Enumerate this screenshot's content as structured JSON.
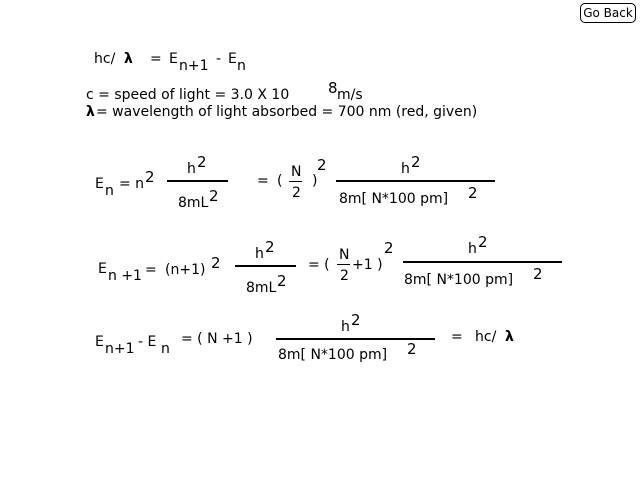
{
  "nav": {
    "go_back_label": "Go Back"
  },
  "colors": {
    "background": "#ffffff",
    "text": "#000000"
  },
  "lambda": "λ",
  "line1": {
    "hc": "hc/",
    "eq": "=",
    "E": "E",
    "sub_n1": "n+1",
    "minus": "-",
    "sub_n": "n"
  },
  "line2": {
    "text": "c = speed of light = 3.0 X 10",
    "exp": "8",
    "unit": " m/s"
  },
  "line3": {
    "text": " = wavelength of light absorbed = 700 nm (red, given)"
  },
  "eq1": {
    "lhs_E": "E",
    "lhs_sub": "n",
    "lhs_eq_n": "= n",
    "lhs_sup": "2",
    "frac_num": "h",
    "frac_num_sup": "2",
    "frac_den": "8mL",
    "frac_den_sup": "2",
    "eq": "=",
    "paren_open": "(",
    "N": "N",
    "two": "2",
    "paren_close": ")",
    "paren_sup": "2",
    "frac2_num": "h",
    "frac2_num_sup": "2",
    "frac2_den": "8m[ N*100 pm]",
    "frac2_den_sup": "2"
  },
  "eq2": {
    "lhs_E": "E",
    "lhs_sub": "n +1",
    "lhs_eq": "=",
    "lhs_paren": "(n+1)",
    "lhs_sup": "2",
    "frac_num": "h",
    "frac_num_sup": "2",
    "frac_den": "8mL",
    "frac_den_sup": "2",
    "eq": "= (",
    "N": "N",
    "two": "2",
    "plus1": "+1 )",
    "paren_sup": "2",
    "frac2_num": "h",
    "frac2_num_sup": "2",
    "frac2_den": "8m[ N*100 pm]",
    "frac2_den_sup": "2"
  },
  "eq3": {
    "E1": "E",
    "sub1": "n+1",
    "minus": "- E",
    "sub2": "n",
    "eq": "= ( N +1 )",
    "frac_num": "h",
    "frac_num_sup": "2",
    "frac_den": "8m[ N*100 pm]",
    "frac_den_sup": "2",
    "eq2": "=",
    "rhs": "hc/"
  }
}
